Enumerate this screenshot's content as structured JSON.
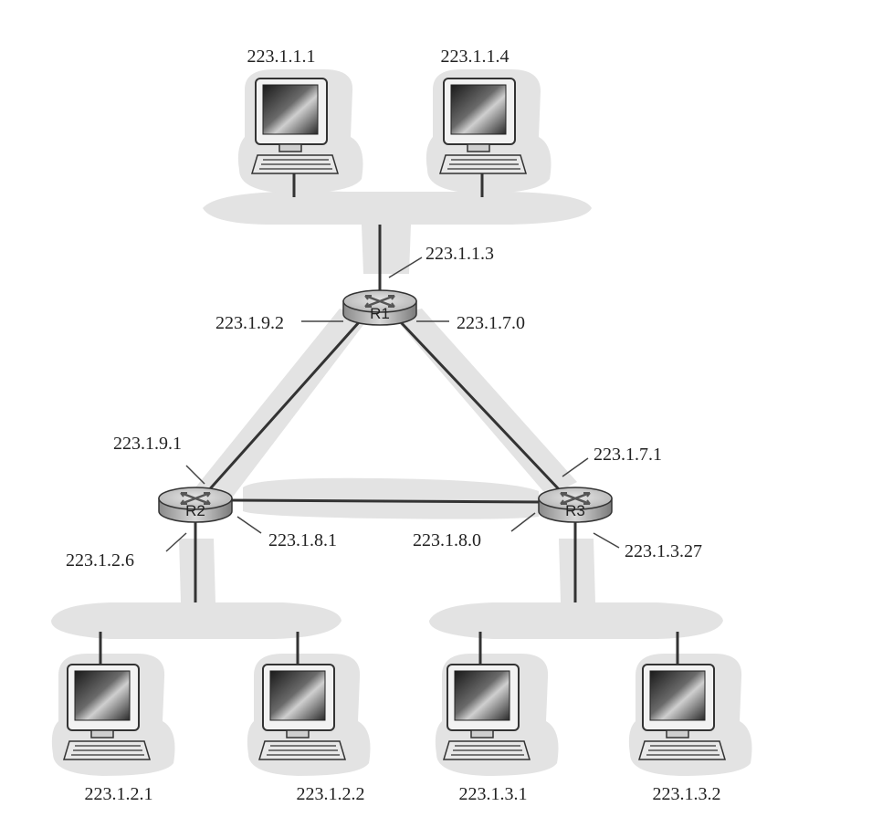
{
  "routers": {
    "r1": {
      "label": "R1"
    },
    "r2": {
      "label": "R2"
    },
    "r3": {
      "label": "R3"
    }
  },
  "hosts": {
    "h1": "223.1.1.1",
    "h2": "223.1.1.4",
    "h3": "223.1.2.1",
    "h4": "223.1.2.2",
    "h5": "223.1.3.1",
    "h6": "223.1.3.2"
  },
  "interfaces": {
    "r1_top": "223.1.1.3",
    "r1_left": "223.1.9.2",
    "r1_right": "223.1.7.0",
    "r2_top": "223.1.9.1",
    "r2_right": "223.1.8.1",
    "r2_bottom": "223.1.2.6",
    "r3_top": "223.1.7.1",
    "r3_left": "223.1.8.0",
    "r3_bottom": "223.1.3.27"
  }
}
